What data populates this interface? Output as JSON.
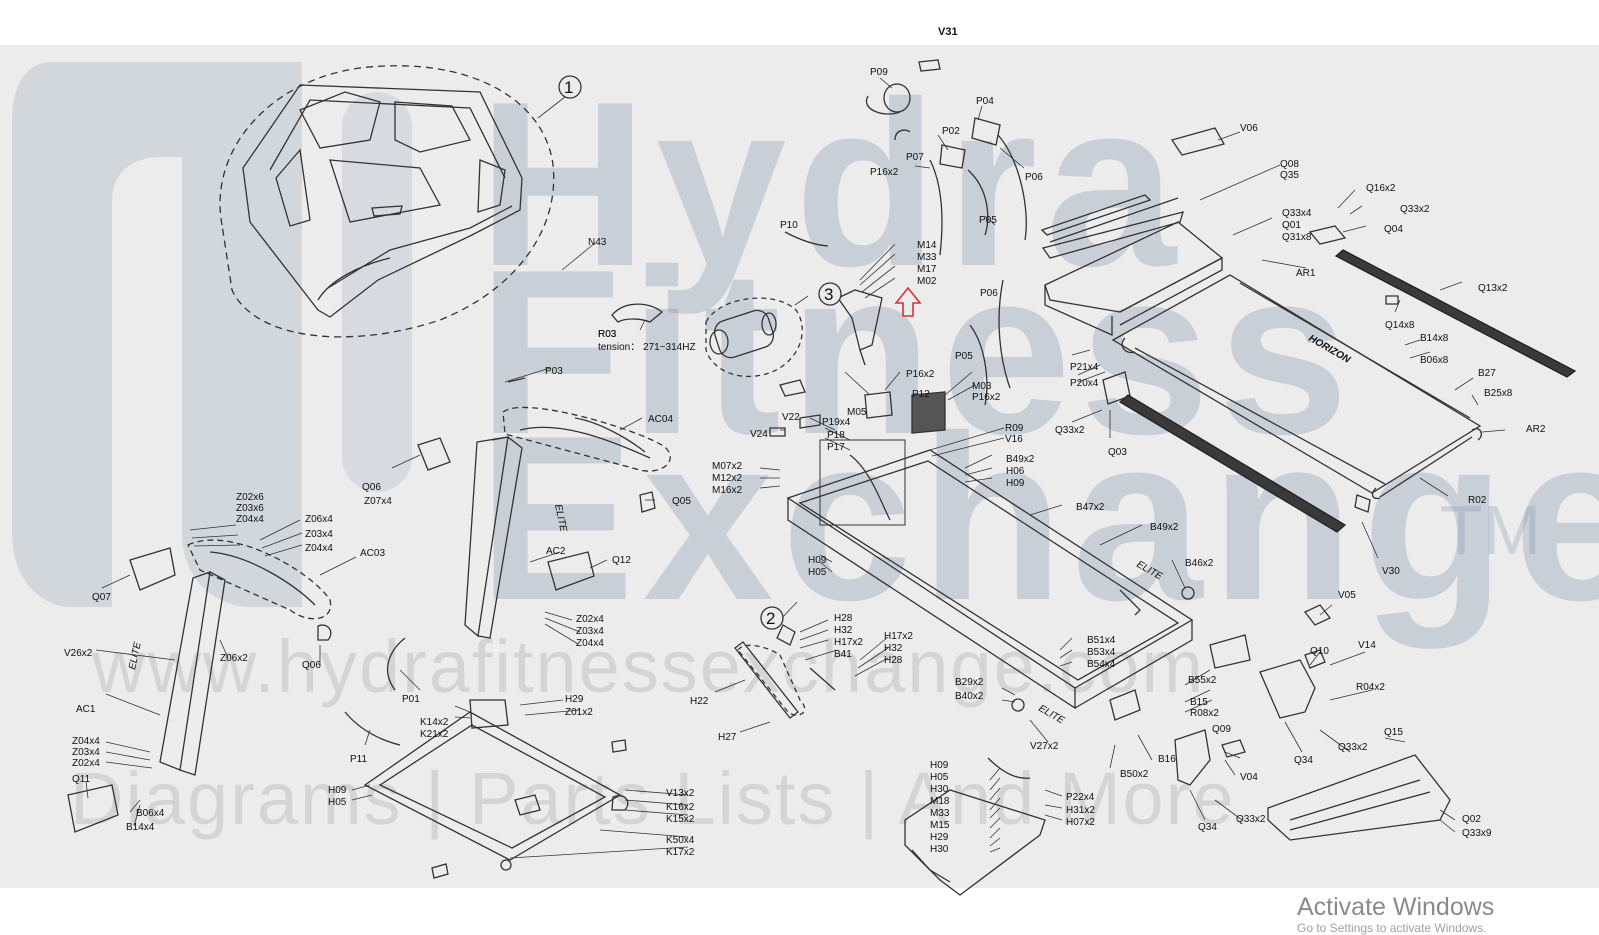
{
  "header": {
    "title": "V31"
  },
  "watermark": {
    "line1": "Hydra",
    "line2": "Fitness",
    "line3": "Exchange",
    "tm": "TM",
    "url": "www.hydrafitnessexchange.com",
    "tagline": "Diagrams | Parts Lists | And More"
  },
  "os_overlay": {
    "activate": "Activate Windows",
    "activate_sub": "Go to Settings to activate Windows."
  },
  "callouts": [
    "1",
    "2",
    "3"
  ],
  "tension_note": {
    "part": "R03",
    "text": "tension： 271~314HZ"
  },
  "accent_colors": {
    "arrow": "#d9303a",
    "watermark": "#7f97b3"
  },
  "parts": [
    {
      "id": "p1",
      "text": "P09"
    },
    {
      "id": "p2",
      "text": "P04"
    },
    {
      "id": "p3",
      "text": "P02"
    },
    {
      "id": "p4",
      "text": "P07"
    },
    {
      "id": "p5",
      "text": "P16x2"
    },
    {
      "id": "p6",
      "text": "P06"
    },
    {
      "id": "p7",
      "text": "P05"
    },
    {
      "id": "p8",
      "text": "P10"
    },
    {
      "id": "p9",
      "text": "M14"
    },
    {
      "id": "p10",
      "text": "M33"
    },
    {
      "id": "p11",
      "text": "M17"
    },
    {
      "id": "p12",
      "text": "M02"
    },
    {
      "id": "p13",
      "text": "P06"
    },
    {
      "id": "p14",
      "text": "P05"
    },
    {
      "id": "p15",
      "text": "V06"
    },
    {
      "id": "p16",
      "text": "Q08"
    },
    {
      "id": "p17",
      "text": "Q35"
    },
    {
      "id": "p18",
      "text": "Q33x4"
    },
    {
      "id": "p19",
      "text": "Q01"
    },
    {
      "id": "p20",
      "text": "Q31x8"
    },
    {
      "id": "p21",
      "text": "Q16x2"
    },
    {
      "id": "p22",
      "text": "Q33x2"
    },
    {
      "id": "p23",
      "text": "Q04"
    },
    {
      "id": "p24",
      "text": "AR1"
    },
    {
      "id": "p25",
      "text": "Q13x2"
    },
    {
      "id": "p26",
      "text": "Q14x8"
    },
    {
      "id": "p27",
      "text": "B14x8"
    },
    {
      "id": "p28",
      "text": "B06x8"
    },
    {
      "id": "p29",
      "text": "B27"
    },
    {
      "id": "p30",
      "text": "B25x8"
    },
    {
      "id": "p31",
      "text": "AR2"
    },
    {
      "id": "p32",
      "text": "R02"
    },
    {
      "id": "p33",
      "text": "V30"
    },
    {
      "id": "p34",
      "text": "P21x4"
    },
    {
      "id": "p35",
      "text": "P20x4"
    },
    {
      "id": "p36",
      "text": "Q33x2"
    },
    {
      "id": "p37",
      "text": "Q03"
    },
    {
      "id": "p38",
      "text": "N43"
    },
    {
      "id": "p39",
      "text": "R03"
    },
    {
      "id": "p40",
      "text": "P03"
    },
    {
      "id": "p41",
      "text": "AC04"
    },
    {
      "id": "p42",
      "text": "Q06"
    },
    {
      "id": "p43",
      "text": "Z07x4"
    },
    {
      "id": "p44",
      "text": "Q05"
    },
    {
      "id": "p45",
      "text": "AC2"
    },
    {
      "id": "p46",
      "text": "Q12"
    },
    {
      "id": "p47",
      "text": "Z02x4"
    },
    {
      "id": "p48",
      "text": "Z03x4"
    },
    {
      "id": "p49",
      "text": "Z04x4"
    },
    {
      "id": "p50",
      "text": "Z02x6"
    },
    {
      "id": "p51",
      "text": "Z03x6"
    },
    {
      "id": "p52",
      "text": "Z04x4"
    },
    {
      "id": "p53",
      "text": "Z06x4"
    },
    {
      "id": "p54",
      "text": "Z03x4"
    },
    {
      "id": "p55",
      "text": "Z04x4"
    },
    {
      "id": "p56",
      "text": "AC03"
    },
    {
      "id": "p57",
      "text": "Q07"
    },
    {
      "id": "p58",
      "text": "V26x2"
    },
    {
      "id": "p59",
      "text": "Z06x2"
    },
    {
      "id": "p60",
      "text": "Q06"
    },
    {
      "id": "p61",
      "text": "AC1"
    },
    {
      "id": "p62",
      "text": "Z04x4"
    },
    {
      "id": "p63",
      "text": "Z03x4"
    },
    {
      "id": "p64",
      "text": "Z02x4"
    },
    {
      "id": "p65",
      "text": "Q11"
    },
    {
      "id": "p66",
      "text": "B06x4"
    },
    {
      "id": "p67",
      "text": "B14x4"
    },
    {
      "id": "p68",
      "text": "P01"
    },
    {
      "id": "p69",
      "text": "P11"
    },
    {
      "id": "p70",
      "text": "K14x2"
    },
    {
      "id": "p71",
      "text": "K21x2"
    },
    {
      "id": "p72",
      "text": "H29"
    },
    {
      "id": "p73",
      "text": "Z01x2"
    },
    {
      "id": "p74",
      "text": "H09"
    },
    {
      "id": "p75",
      "text": "H05"
    },
    {
      "id": "p76",
      "text": "V13x2"
    },
    {
      "id": "p77",
      "text": "K16x2"
    },
    {
      "id": "p78",
      "text": "K15x2"
    },
    {
      "id": "p79",
      "text": "K50x4"
    },
    {
      "id": "p80",
      "text": "K17x2"
    },
    {
      "id": "p81",
      "text": "M05"
    },
    {
      "id": "p82",
      "text": "P16x2"
    },
    {
      "id": "p83",
      "text": "P12"
    },
    {
      "id": "p84",
      "text": "M03"
    },
    {
      "id": "p85",
      "text": "P16x2"
    },
    {
      "id": "p86",
      "text": "V22"
    },
    {
      "id": "p87",
      "text": "P19x4"
    },
    {
      "id": "p88",
      "text": "P18"
    },
    {
      "id": "p89",
      "text": "P17"
    },
    {
      "id": "p90",
      "text": "V24"
    },
    {
      "id": "p91",
      "text": "R09"
    },
    {
      "id": "p92",
      "text": "V16"
    },
    {
      "id": "p93",
      "text": "M07x2"
    },
    {
      "id": "p94",
      "text": "M12x2"
    },
    {
      "id": "p95",
      "text": "M16x2"
    },
    {
      "id": "p96",
      "text": "B49x2"
    },
    {
      "id": "p97",
      "text": "H06"
    },
    {
      "id": "p98",
      "text": "H09"
    },
    {
      "id": "p99",
      "text": "B47x2"
    },
    {
      "id": "p100",
      "text": "B49x2"
    },
    {
      "id": "p101",
      "text": "B46x2"
    },
    {
      "id": "p102",
      "text": "H09"
    },
    {
      "id": "p103",
      "text": "H05"
    },
    {
      "id": "p104",
      "text": "H28"
    },
    {
      "id": "p105",
      "text": "H32"
    },
    {
      "id": "p106",
      "text": "H17x2"
    },
    {
      "id": "p107",
      "text": "B41"
    },
    {
      "id": "p108",
      "text": "H17x2"
    },
    {
      "id": "p109",
      "text": "H32"
    },
    {
      "id": "p110",
      "text": "H28"
    },
    {
      "id": "p111",
      "text": "H22"
    },
    {
      "id": "p112",
      "text": "H27"
    },
    {
      "id": "p113",
      "text": "B51x4"
    },
    {
      "id": "p114",
      "text": "B53x4"
    },
    {
      "id": "p115",
      "text": "B54x4"
    },
    {
      "id": "p116",
      "text": "B29x2"
    },
    {
      "id": "p117",
      "text": "B40x2"
    },
    {
      "id": "p118",
      "text": "V27x2"
    },
    {
      "id": "p119",
      "text": "B55x2"
    },
    {
      "id": "p120",
      "text": "B15"
    },
    {
      "id": "p121",
      "text": "R08x2"
    },
    {
      "id": "p122",
      "text": "B50x2"
    },
    {
      "id": "p123",
      "text": "B16"
    },
    {
      "id": "p124",
      "text": "V05"
    },
    {
      "id": "p125",
      "text": "Q10"
    },
    {
      "id": "p126",
      "text": "V14"
    },
    {
      "id": "p127",
      "text": "R04x2"
    },
    {
      "id": "p128",
      "text": "Q15"
    },
    {
      "id": "p129",
      "text": "Q34"
    },
    {
      "id": "p130",
      "text": "Q33x2"
    },
    {
      "id": "p131",
      "text": "Q09"
    },
    {
      "id": "p132",
      "text": "V04"
    },
    {
      "id": "p133",
      "text": "Q34"
    },
    {
      "id": "p134",
      "text": "Q33x2"
    },
    {
      "id": "p135",
      "text": "Q02"
    },
    {
      "id": "p136",
      "text": "Q33x9"
    },
    {
      "id": "p137",
      "text": "H09"
    },
    {
      "id": "p138",
      "text": "H05"
    },
    {
      "id": "p139",
      "text": "H30"
    },
    {
      "id": "p140",
      "text": "M18"
    },
    {
      "id": "p141",
      "text": "M33"
    },
    {
      "id": "p142",
      "text": "M15"
    },
    {
      "id": "p143",
      "text": "H29"
    },
    {
      "id": "p144",
      "text": "H30"
    },
    {
      "id": "p145",
      "text": "P22x4"
    },
    {
      "id": "p146",
      "text": "H31x2"
    },
    {
      "id": "p147",
      "text": "H07x2"
    }
  ],
  "frame_labels": [
    "ELITE",
    "ELITE",
    "ELITE",
    "ELITE",
    "HORIZON"
  ]
}
